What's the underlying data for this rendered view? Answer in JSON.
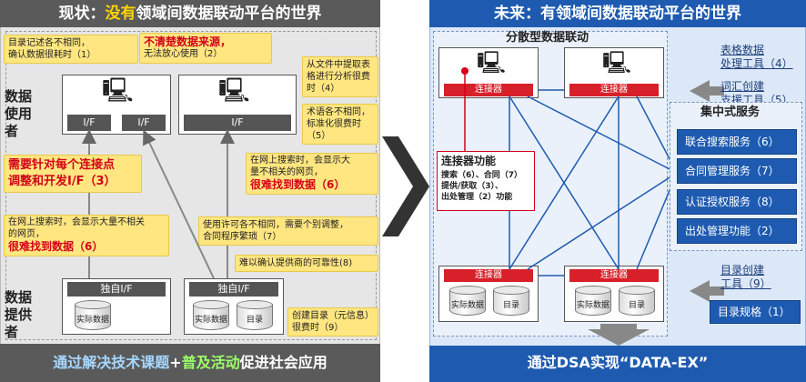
{
  "left": {
    "header_black": "现状：",
    "header_red": "没有",
    "header_rest": "领域间数据联动平台的世界",
    "user_label": "数据\n使用者",
    "provider_label": "数据\n提供者",
    "if_label": "I/F",
    "own_if_label": "独自I/F",
    "db_actual": "实际数据",
    "db_catalog": "目录",
    "footer_a": "通过解决技术课题",
    "footer_plus": "+",
    "footer_b": "普及活动",
    "footer_c": "促进社会应用",
    "notes": {
      "n1": "目录记述各不相同，\n确认数据很耗时（1）",
      "n2_red": "不清楚数据来源，",
      "n2": "无法放心使用（2）",
      "n3": "从文件中提取表\n格进行分析很费\n时（4）",
      "n4": "术语各不相同，\n标准化很费时\n（5）",
      "n5_red": "需要针对每个连接点\n调整和开发I/F（3）",
      "n6": "在网上搜索时，会显示大\n量不相关的网页，",
      "n6_red": "很难找到数据（6）",
      "n7": "在网上搜索时，会显示大量不相关\n的网页，",
      "n7_red": "很难找到数据（6）",
      "n8": "使用许可各不相同，需要个别调整，\n合同程序繁琐（7）",
      "n9": "难以确认提供商的可靠性(8)",
      "n10": "创建目录（元信息）\n很费时（9）"
    }
  },
  "right": {
    "header": "未来：有领域间数据联动平台的世界",
    "dist_label": "分散型数据联动",
    "central_label": "集中式服务",
    "connector": "连接器",
    "db_actual": "实际数据",
    "db_catalog": "目录",
    "func_title": "连接器功能",
    "func_body": "搜索（6）、合同（7）\n提供/获取（3）、\n出处管理（2）功能",
    "tool1": "表格数据\n处理工具（4）",
    "tool2": "词汇创建\n支援工具（5）",
    "services": [
      "联合搜索服务（6）",
      "合同管理服务（7）",
      "认证授权服务（8）",
      "出处管理功能（2）"
    ],
    "tool3": "目录创建\n工具（9）",
    "tool4": "目录规格（1）",
    "footer": "通过DSA实现“DATA-EX”"
  },
  "colors": {
    "accent_blue": "#1e5bb0",
    "alert_red": "#d4001a",
    "note_yellow": "#ffe680",
    "connector_red": "#d8202a"
  }
}
